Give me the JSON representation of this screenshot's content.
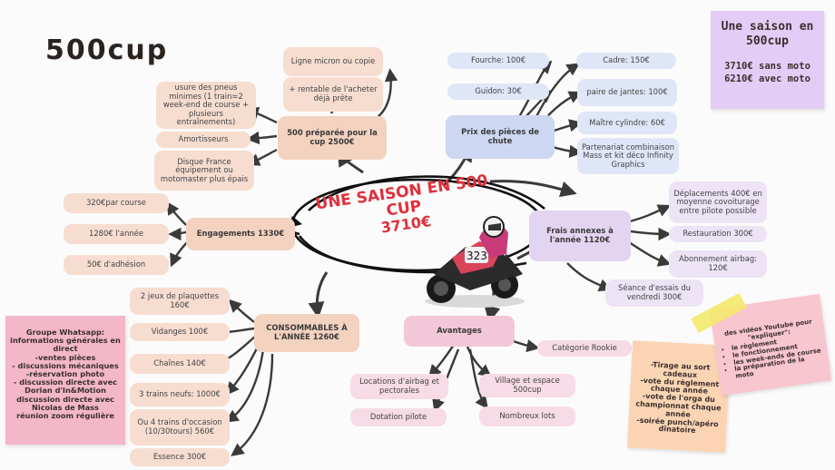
{
  "title": "500cup",
  "center": {
    "line1": "UNE SAISON EN 500",
    "line2": "CUP",
    "line3": "3710€"
  },
  "summary_note": {
    "title": "Une saison en 500cup",
    "line1": "3710€ sans moto",
    "line2": "6210€ avec moto"
  },
  "preparee": {
    "hub": "500 préparée pour la cup 2500€",
    "left": [
      "usure des pneus minimes (1 train=2 week-end de course + plusieurs entraînements)",
      "Amortisseurs",
      "Disque France équipement ou motomaster plus épais"
    ],
    "top": [
      "Ligne micron ou copie",
      "+ rentable de l'acheter déjà prête"
    ]
  },
  "pieces": {
    "hub": "Prix des pièces de chute",
    "left": [
      "Fourche: 100€",
      "Guidon: 30€"
    ],
    "right": [
      "Cadre: 150€",
      "paire de jantes: 100€",
      "Maître cylindre: 60€",
      "Partenariat combinaison Mass et kit déco Infinity Graphics"
    ]
  },
  "engagements": {
    "hub": "Engagements 1330€",
    "items": [
      "320€par course",
      "1280€ l'année",
      "50€ d'adhésion"
    ]
  },
  "frais": {
    "hub": "Frais annexes à l'année 1120€",
    "items": [
      "Déplacements 400€ en moyenne covoiturage entre pilote possible",
      "Restauration 300€",
      "Abonnement airbag: 120€",
      "Séance d'essais du vendredi 300€"
    ]
  },
  "consommables": {
    "hub": "CONSOMMABLES À L'ANNÉE 1260€",
    "items": [
      "2 jeux de plaquettes 160€",
      "Vidanges 100€",
      "Chaînes 140€",
      "3 trains neufs: 1000€",
      "Ou 4 trains d'occasion (10/30tours) 560€",
      "Essence 300€"
    ]
  },
  "avantages": {
    "hub": "Avantages",
    "items": [
      "Catégorie Rookie",
      "Locations d'airbag et pectorales",
      "Village et espace 500cup",
      "Dotation pilote",
      "Nombreux lots"
    ]
  },
  "whatsapp_note": [
    "Groupe Whatsapp:",
    "informations générales en direct",
    "-ventes pièces",
    "- discussions mécaniques",
    "-réservation photo",
    "- discussion directe avec",
    "Dorian d'In&Motion",
    "discussion directe avec",
    "Nicolas de Mass",
    "réunion zoom régulière"
  ],
  "cadeaux_note": [
    "-Tirage au sort cadeaux",
    "-vote du règlement chaque année",
    "-vote de l'orga du championnat chaque année",
    "-soirée punch/apéro dînatoire"
  ],
  "youtube_note": {
    "intro": "des vidéos Youtube pour \"expliquer\":",
    "bullets": [
      "le règlement",
      "le fonctionnement",
      "les week-ends de course",
      "la préparation de la moto"
    ]
  },
  "colors": {
    "title": "#2a2320",
    "center_text": "#e0303c",
    "arrow": "#3a3a3a"
  },
  "icons": {
    "motorcycle": "motorcycle-rider-image"
  }
}
